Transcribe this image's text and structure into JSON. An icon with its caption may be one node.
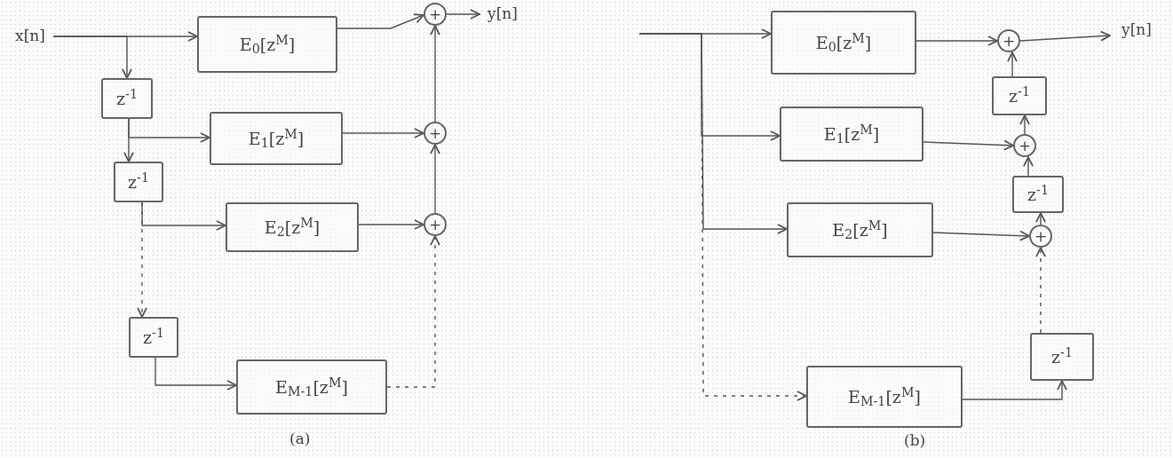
{
  "diagram": {
    "nodes": [
      {
        "text": [
          "x[n]"
        ]
      },
      {
        "text": [
          "E$_{0}$[z$^{M}$]"
        ]
      },
      {
        "text": [
          "z$^{-1}$"
        ]
      },
      {
        "text": [
          "E$_{1}$[z$^{M}$]"
        ]
      },
      {
        "text": [
          "z$^{-1}$"
        ]
      },
      {
        "text": [
          "E$_{2}$[z$^{M}$]"
        ]
      },
      {
        "text": [
          "z$^{-1}$"
        ]
      },
      {
        "text": [
          "E$_{M-1}$[z$^{M}$]"
        ]
      },
      {
        "text": [
          "+"
        ]
      },
      {
        "text": [
          "+"
        ]
      },
      {
        "text": [
          "+"
        ]
      },
      {
        "text": [
          "y[n]"
        ]
      },
      {
        "text": [
          "E$_{0}$[z$^{M}$]"
        ]
      },
      {
        "text": [
          "E$_{1}$[z$^{M}$]"
        ]
      },
      {
        "text": [
          "E$_{2}$[z$^{M}$]"
        ]
      },
      {
        "text": [
          "E$_{M-1}$[z$^{M}$]"
        ]
      },
      {
        "text": [
          "+"
        ]
      },
      {
        "text": [
          "z$^{-1}$"
        ]
      },
      {
        "text": [
          "+"
        ]
      },
      {
        "text": [
          "z$^{-1}$"
        ]
      },
      {
        "text": [
          "+"
        ]
      },
      {
        "text": [
          "z$^{-1}$"
        ]
      },
      {
        "text": [
          "y[n]"
        ]
      }
    ],
    "edges": [
      {
        "from": 0,
        "to": 1,
        "arrow": "to"
      },
      {
        "from": 0,
        "to": 2,
        "arrow": "to"
      },
      {
        "from": 2,
        "to": 3,
        "arrow": "to"
      },
      {
        "from": 2,
        "to": 4,
        "arrow": "to"
      },
      {
        "from": 4,
        "to": 5,
        "arrow": "to"
      },
      {
        "from": 4,
        "to": 6,
        "arrow": "to",
        "style": "dashed"
      },
      {
        "from": 6,
        "to": 7,
        "arrow": "to"
      },
      {
        "from": 1,
        "to": 8,
        "arrow": "to"
      },
      {
        "from": 3,
        "to": 9,
        "arrow": "to"
      },
      {
        "from": 5,
        "to": 10,
        "arrow": "to"
      },
      {
        "from": 7,
        "to": 10,
        "arrow": "to",
        "style": "dashed"
      },
      {
        "from": 10,
        "to": 9,
        "arrow": "to"
      },
      {
        "from": 9,
        "to": 8,
        "arrow": "to"
      },
      {
        "from": 8,
        "to": 11,
        "arrow": "to"
      },
      {
        "from": null,
        "to": 12,
        "arrow": "to"
      },
      {
        "from": null,
        "to": 13,
        "arrow": "to"
      },
      {
        "from": null,
        "to": 14,
        "arrow": "to"
      },
      {
        "from": null,
        "to": 15,
        "arrow": "to",
        "style": "dashed"
      },
      {
        "from": 12,
        "to": 16,
        "arrow": "to"
      },
      {
        "from": 13,
        "to": 18,
        "arrow": "to"
      },
      {
        "from": 14,
        "to": 20,
        "arrow": "to"
      },
      {
        "from": 15,
        "to": 21,
        "arrow": "to"
      },
      {
        "from": 21,
        "to": 20,
        "arrow": "to",
        "style": "dashed"
      },
      {
        "from": 20,
        "to": 19,
        "arrow": "to"
      },
      {
        "from": 19,
        "to": 18,
        "arrow": "to"
      },
      {
        "from": 18,
        "to": 17,
        "arrow": "to"
      },
      {
        "from": 17,
        "to": 16,
        "arrow": "to"
      },
      {
        "from": 16,
        "to": 22,
        "arrow": "to"
      }
    ],
    "labels": [
      "(a)",
      "(b)"
    ]
  }
}
